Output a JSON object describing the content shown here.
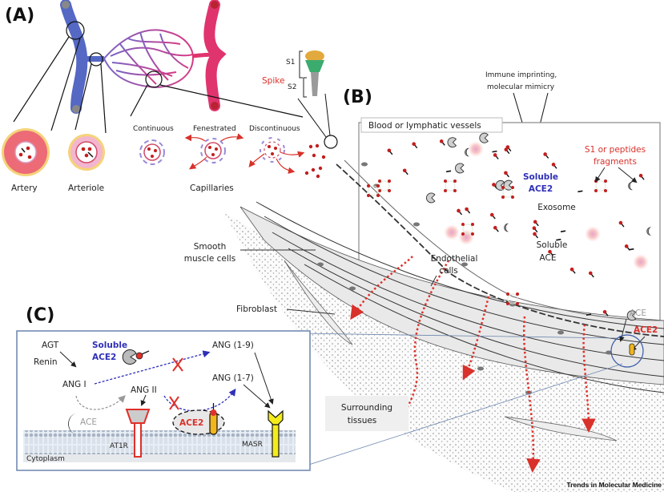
{
  "panels": {
    "a": {
      "label": "(A)",
      "vessels": [
        "Artery",
        "Arteriole"
      ],
      "capillary_types": [
        "Continuous",
        "Fenestrated",
        "Discontinuous"
      ],
      "capillaries_label": "Capillaries",
      "spike": {
        "title": "Spike",
        "s1": "S1",
        "s2": "S2"
      }
    },
    "b": {
      "label": "(B)",
      "vessel_box_title": "Blood or lymphatic vessels",
      "immune": [
        "Immune imprinting,",
        "molecular mimicry"
      ],
      "s1_fragments": [
        "S1 or peptides",
        "fragments"
      ],
      "soluble_ace2": [
        "Soluble",
        "ACE2"
      ],
      "exosome": "Exosome",
      "soluble_ace": [
        "Soluble",
        "ACE"
      ],
      "endothelial": [
        "Endothelial",
        "cells"
      ],
      "smooth_muscle": [
        "Smooth",
        "muscle cells"
      ],
      "fibroblast": "Fibroblast",
      "ace": "ACE",
      "ace2": "ACE2",
      "surrounding": [
        "Surrounding",
        "tissues"
      ]
    },
    "c": {
      "label": "(C)",
      "agt": "AGT",
      "renin": "Renin",
      "soluble_ace2": [
        "Soluble",
        "ACE2"
      ],
      "ang1": "ANG I",
      "ang2": "ANG II",
      "ang19": "ANG (1-9)",
      "ang17": "ANG (1-7)",
      "ace": "ACE",
      "at1r": "AT1R",
      "ace2": "ACE2",
      "masr": "MASR",
      "cytoplasm": "Cytoplasm"
    }
  },
  "credit": "Trends in Molecular Medicine",
  "colors": {
    "vein_blue": "#5468c4",
    "artery_pink": "#e0346e",
    "spike_red": "#d9312b",
    "soluble_blue": "#2f2fb8",
    "ace2_yellow": "#f2b51d",
    "masr_yellow": "#f4ec1a",
    "at1r_red": "#e0302a",
    "panel_border": "#6a84ad"
  }
}
